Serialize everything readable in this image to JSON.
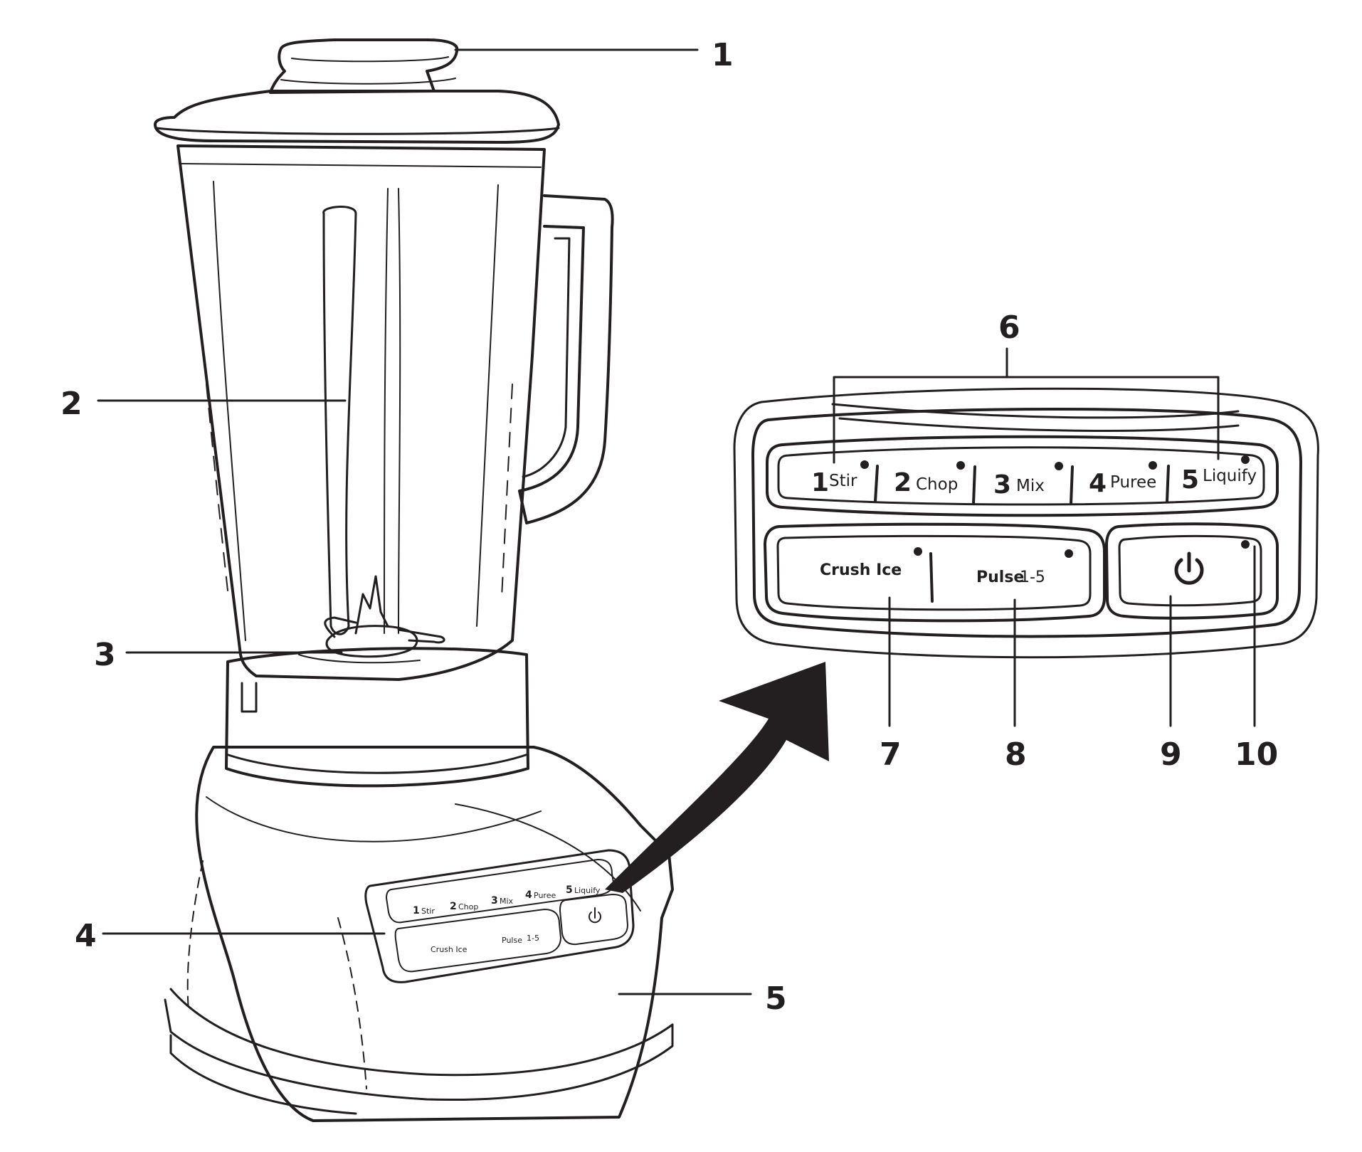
{
  "callouts": [
    "1",
    "2",
    "3",
    "4",
    "5",
    "6",
    "7",
    "8",
    "9",
    "10"
  ],
  "speeds": [
    {
      "number": "1",
      "name": "Stir"
    },
    {
      "number": "2",
      "name": "Chop"
    },
    {
      "number": "3",
      "name": "Mix"
    },
    {
      "number": "4",
      "name": "Puree"
    },
    {
      "number": "5",
      "name": "Liquify"
    }
  ],
  "crush_ice": "Crush Ice",
  "pulse": {
    "label": "Pulse",
    "range": "1-5"
  },
  "power_icon": "power-icon",
  "colors": {
    "ink": "#231f20",
    "background": "#ffffff"
  }
}
